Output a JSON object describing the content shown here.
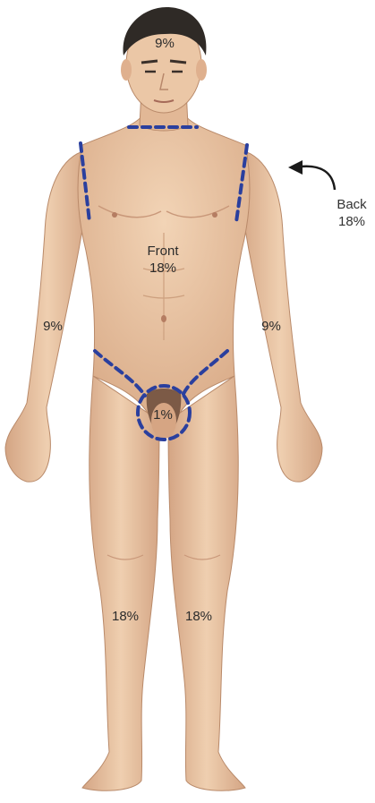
{
  "figure": {
    "regions": {
      "head": "9%",
      "front_trunk_name": "Front",
      "front_trunk_value": "18%",
      "back_name": "Back",
      "back_value": "18%",
      "right_arm": "9%",
      "left_arm": "9%",
      "perineum": "1%",
      "right_leg": "18%",
      "left_leg": "18%"
    }
  },
  "colors": {
    "skin": "#e9c3a0",
    "skin_shadow": "#c9987a",
    "hair": "#2f2a26",
    "dashed_outline": "#2a3f9e",
    "label_text": "#2b2b2b"
  }
}
